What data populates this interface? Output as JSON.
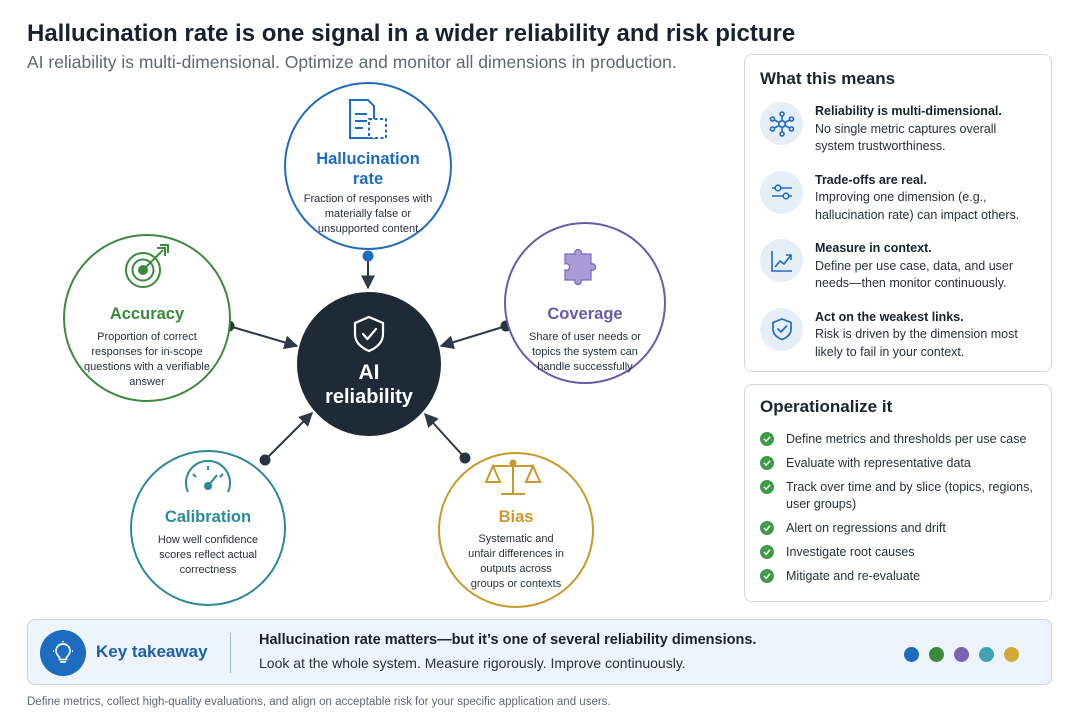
{
  "header": {
    "title": "Hallucination rate is one signal in a wider reliability and risk picture",
    "subtitle": "AI reliability is multi-dimensional. Optimize and monitor all dimensions in production."
  },
  "diagram": {
    "center": {
      "line1": "AI",
      "line2": "reliability",
      "icon": "shield-check-icon",
      "color": "#1e2a36"
    },
    "nodes": [
      {
        "id": "hallucination",
        "icon": "document-icon",
        "color": "#1e6cc0",
        "title": [
          "Hallucination",
          "rate"
        ],
        "desc": [
          "Fraction of responses with",
          "materially false or",
          "unsupported content"
        ]
      },
      {
        "id": "accuracy",
        "icon": "target-icon",
        "color": "#3c8a3c",
        "title": [
          "Accuracy"
        ],
        "desc": [
          "Proportion of correct",
          "responses for in-scope",
          "questions with a verifiable",
          "answer"
        ]
      },
      {
        "id": "coverage",
        "icon": "puzzle-icon",
        "color": "#6a5aa8",
        "title": [
          "Coverage"
        ],
        "desc": [
          "Share of user needs or",
          "topics the system can",
          "handle successfully"
        ]
      },
      {
        "id": "calibration",
        "icon": "gauge-icon",
        "color": "#2a8a98",
        "title": [
          "Calibration"
        ],
        "desc": [
          "How well confidence",
          "scores reflect actual",
          "correctness"
        ]
      },
      {
        "id": "bias",
        "icon": "scales-icon",
        "color": "#c99a2b",
        "title": [
          "Bias"
        ],
        "desc": [
          "Systematic and",
          "unfair differences in",
          "outputs across",
          "groups or contexts"
        ]
      }
    ]
  },
  "means": {
    "title": "What this means",
    "items": [
      {
        "icon": "network-icon",
        "head": "Reliability is multi-dimensional.",
        "body": "No single metric captures overall system trustworthiness."
      },
      {
        "icon": "sliders-icon",
        "head": "Trade-offs are real.",
        "body": "Improving one dimension (e.g., hallucination rate) can impact others."
      },
      {
        "icon": "trend-chart-icon",
        "head": "Measure in context.",
        "body": "Define per use case, data, and user needs—then monitor continuously."
      },
      {
        "icon": "shield-check-icon",
        "head": "Act on the weakest links.",
        "body": "Risk is driven by the dimension most likely to fail in your context."
      }
    ]
  },
  "operate": {
    "title": "Operationalize it",
    "items": [
      "Define metrics and thresholds per use case",
      "Evaluate with representative data",
      "Track over time and by slice (topics, regions, user groups)",
      "Alert on regressions and drift",
      "Investigate root causes",
      "Mitigate and re-evaluate"
    ]
  },
  "takeaway": {
    "label": "Key takeaway",
    "line1": "Hallucination rate matters—but it’s one of several reliability dimensions.",
    "line2": "Look at the whole system. Measure rigorously. Improve continuously.",
    "dot_colors": [
      "#1e6cc0",
      "#3c8a3c",
      "#7a63b0",
      "#3fa4b4",
      "#d3a935"
    ]
  },
  "footer": "Define metrics, collect high-quality evaluations, and align on acceptable risk for your specific application and users."
}
